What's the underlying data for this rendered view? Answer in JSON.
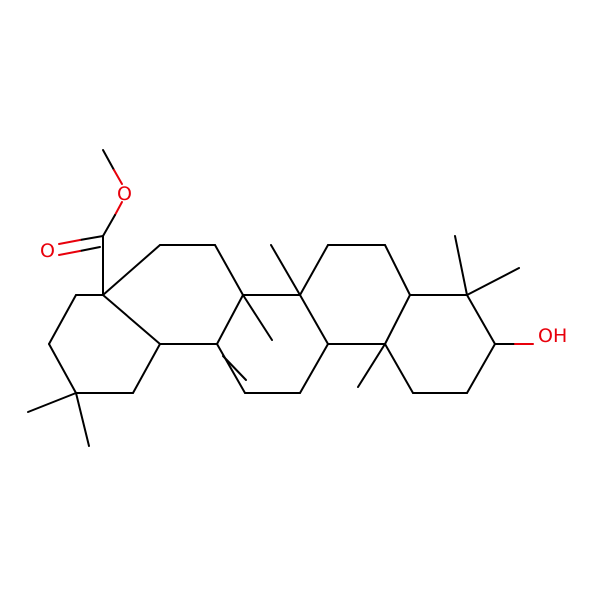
{
  "molecule": {
    "atom_labels": {
      "ester_carbonyl_o": "O",
      "ester_ether_o": "O",
      "hydroxyl": "OH"
    },
    "colors": {
      "bond": "#000000",
      "heteroatom": "#e8000b",
      "background": "#ffffff"
    }
  }
}
